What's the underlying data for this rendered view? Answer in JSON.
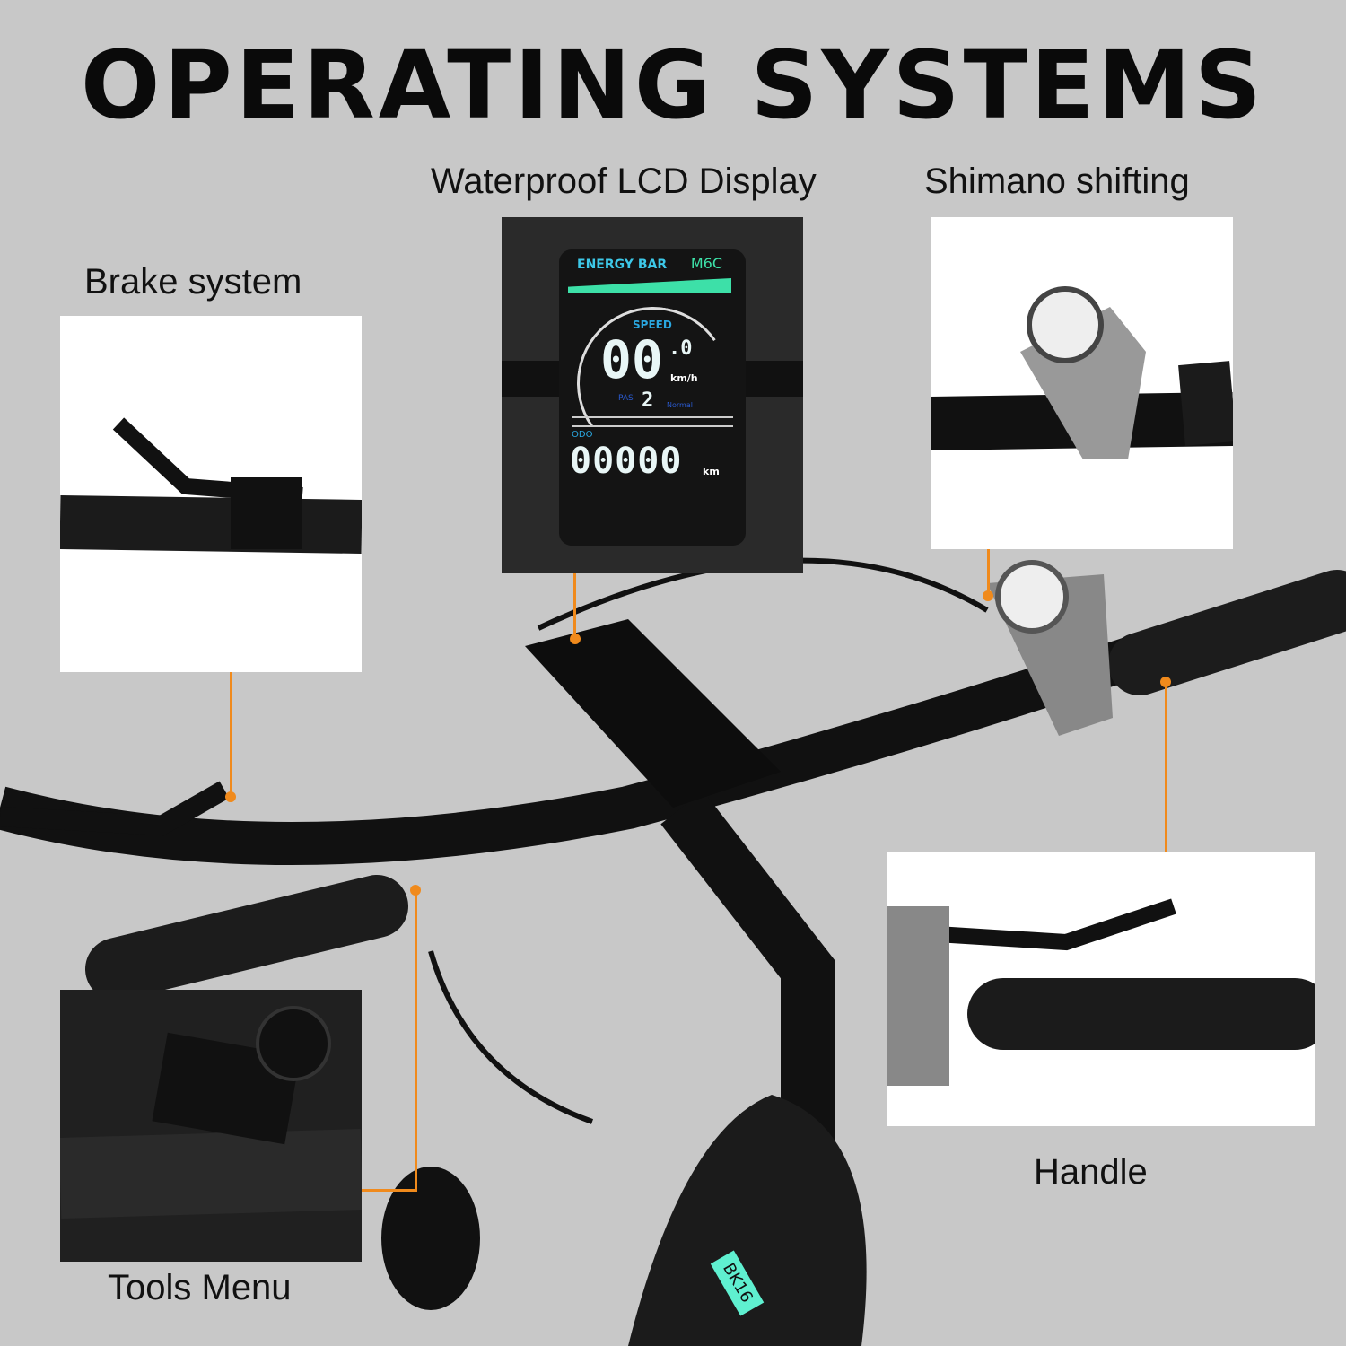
{
  "title": "OPERATING SYSTEMS",
  "labels": {
    "lcd": "Waterproof LCD Display",
    "shifting": "Shimano shifting",
    "brake": "Brake system",
    "handle": "Handle",
    "tools": "Tools Menu"
  },
  "lcd_screen": {
    "model": "M6C",
    "energy_bar_label": "ENERGY BAR",
    "energy_level": 1.0,
    "speed_label": "SPEED",
    "speed_value": "00",
    "speed_decimal": ".0",
    "speed_unit": "km/h",
    "pas_label": "PAS",
    "pas_value": "2",
    "mode": "Normal",
    "odo_label": "ODO",
    "odo_value": "00000",
    "odo_unit": "km"
  },
  "frame_logo": "BK16",
  "colors": {
    "background": "#c8c8c8",
    "callout": "#f08a1c",
    "lcd_accent": "#3de0a8",
    "lcd_label": "#2aa7e0"
  }
}
